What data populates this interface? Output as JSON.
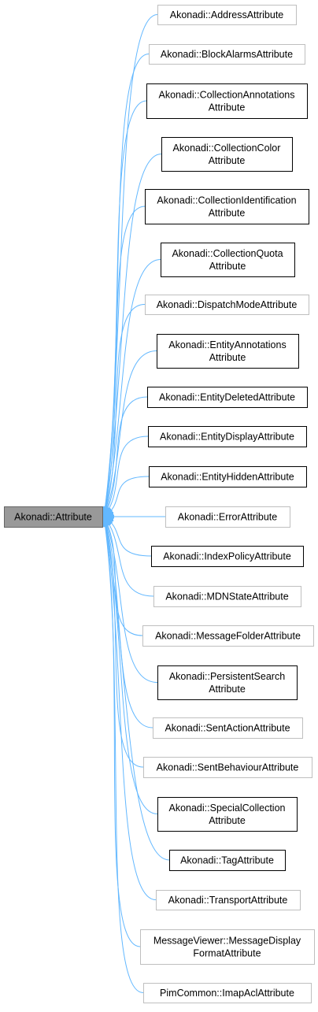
{
  "diagram": {
    "root": {
      "label": [
        "Akonadi::Attribute"
      ],
      "fill": "#999999",
      "stroke": "#666666"
    },
    "edge_color": "#63b8ff",
    "nodes": [
      {
        "id": "address",
        "label": [
          "Akonadi::AddressAttribute"
        ],
        "style": "light"
      },
      {
        "id": "block-alarms",
        "label": [
          "Akonadi::BlockAlarmsAttribute"
        ],
        "style": "light"
      },
      {
        "id": "collection-annotations",
        "label": [
          "Akonadi::CollectionAnnotations",
          "Attribute"
        ],
        "style": "dark"
      },
      {
        "id": "collection-color",
        "label": [
          "Akonadi::CollectionColor",
          "Attribute"
        ],
        "style": "dark"
      },
      {
        "id": "collection-identification",
        "label": [
          "Akonadi::CollectionIdentification",
          "Attribute"
        ],
        "style": "dark"
      },
      {
        "id": "collection-quota",
        "label": [
          "Akonadi::CollectionQuota",
          "Attribute"
        ],
        "style": "dark"
      },
      {
        "id": "dispatch-mode",
        "label": [
          "Akonadi::DispatchModeAttribute"
        ],
        "style": "light"
      },
      {
        "id": "entity-annotations",
        "label": [
          "Akonadi::EntityAnnotations",
          "Attribute"
        ],
        "style": "dark"
      },
      {
        "id": "entity-deleted",
        "label": [
          "Akonadi::EntityDeletedAttribute"
        ],
        "style": "dark"
      },
      {
        "id": "entity-display",
        "label": [
          "Akonadi::EntityDisplayAttribute"
        ],
        "style": "dark"
      },
      {
        "id": "entity-hidden",
        "label": [
          "Akonadi::EntityHiddenAttribute"
        ],
        "style": "dark"
      },
      {
        "id": "error",
        "label": [
          "Akonadi::ErrorAttribute"
        ],
        "style": "light"
      },
      {
        "id": "index-policy",
        "label": [
          "Akonadi::IndexPolicyAttribute"
        ],
        "style": "dark"
      },
      {
        "id": "mdn-state",
        "label": [
          "Akonadi::MDNStateAttribute"
        ],
        "style": "light"
      },
      {
        "id": "message-folder",
        "label": [
          "Akonadi::MessageFolderAttribute"
        ],
        "style": "light"
      },
      {
        "id": "persistent-search",
        "label": [
          "Akonadi::PersistentSearch",
          "Attribute"
        ],
        "style": "dark"
      },
      {
        "id": "sent-action",
        "label": [
          "Akonadi::SentActionAttribute"
        ],
        "style": "light"
      },
      {
        "id": "sent-behaviour",
        "label": [
          "Akonadi::SentBehaviourAttribute"
        ],
        "style": "light"
      },
      {
        "id": "special-collection",
        "label": [
          "Akonadi::SpecialCollection",
          "Attribute"
        ],
        "style": "dark"
      },
      {
        "id": "tag",
        "label": [
          "Akonadi::TagAttribute"
        ],
        "style": "dark"
      },
      {
        "id": "transport",
        "label": [
          "Akonadi::TransportAttribute"
        ],
        "style": "light"
      },
      {
        "id": "message-display-format",
        "label": [
          "MessageViewer::MessageDisplay",
          "FormatAttribute"
        ],
        "style": "light"
      },
      {
        "id": "imap-acl",
        "label": [
          "PimCommon::ImapAclAttribute"
        ],
        "style": "light"
      }
    ]
  }
}
